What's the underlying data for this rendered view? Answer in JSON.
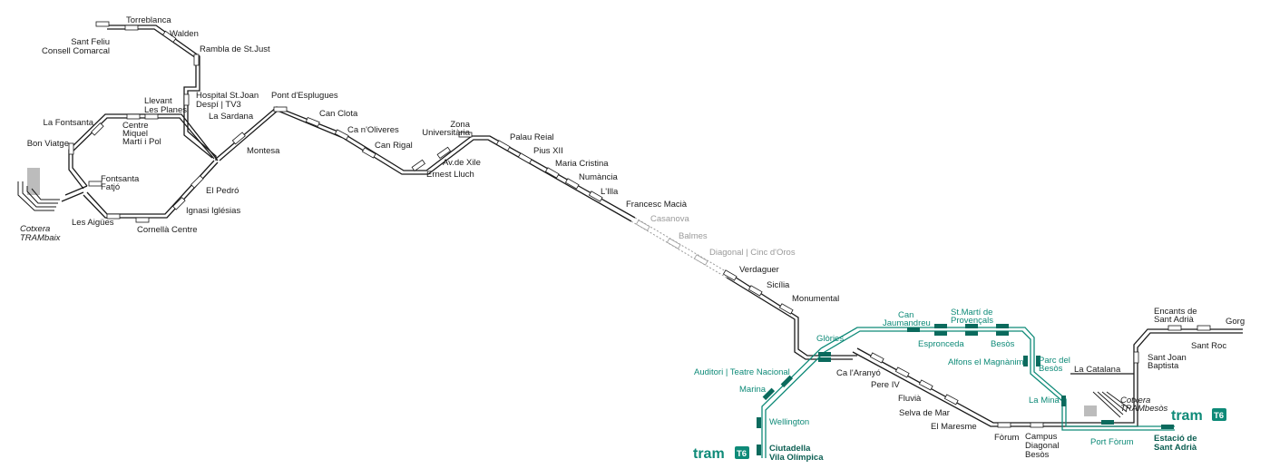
{
  "colors": {
    "black_line": "#1a1a1a",
    "green_line": "#0e8a78",
    "green_station": "#0b6a5d",
    "closed_section": "#9a9a9a",
    "depot_fill": "#bcbcbc"
  },
  "icons": [
    "tram-logo-icon",
    "depot-icon",
    "interchange-marker-icon"
  ],
  "brand": {
    "word": "tram",
    "tag": "T6"
  },
  "trambaix": {
    "stations": {
      "torreblanca": "Torreblanca",
      "sant_feliu": [
        "Sant Feliu",
        "Consell Comarcal"
      ],
      "walden": "Walden",
      "rambla_st_just": "Rambla de St.Just",
      "hospital": [
        "Hospital St.Joan",
        "Despí | TV3"
      ],
      "llevant": [
        "Llevant",
        "Les Planes"
      ],
      "la_fontsanta": "La Fontsanta",
      "centre_miquel": [
        "Centre",
        "Miquel",
        "Martí i Pol"
      ],
      "bon_viatge": "Bon Viatge",
      "fontsanta_fatjo": [
        "Fontsanta",
        "Fatjó"
      ],
      "les_aigues": "Les Aigües",
      "cornella_centre": "Cornellà Centre",
      "ignasi": "Ignasi Iglésias",
      "el_pedro": "El Pedró",
      "la_sardana": "La Sardana",
      "montesa": "Montesa",
      "pont_esplugues": "Pont d'Esplugues",
      "can_clota": "Can Clota",
      "ca_noliveres": "Ca n'Oliveres",
      "can_rigal": "Can Rigal",
      "ernest_lluch": "Ernest Lluch",
      "av_xile": "Av.de Xile",
      "zona_universitaria": [
        "Zona",
        "Universitària"
      ],
      "palau_reial": "Palau Reial",
      "pius_xii": "Pius XII",
      "maria_cristina": "Maria Cristina",
      "numancia": "Numància",
      "lilla": "L'Illa",
      "francesc_macia": "Francesc Macià"
    },
    "depot": [
      "Cotxera",
      "TRAMbaix"
    ]
  },
  "closed_section": {
    "stations": {
      "casanova": "Casanova",
      "balmes": "Balmes",
      "diagonal": "Diagonal | Cinc d'Oros"
    }
  },
  "trambesos": {
    "stations": {
      "verdaguer": "Verdaguer",
      "sicilia": "Sicília",
      "monumental": "Monumental",
      "glories": "Glòries",
      "ca_laranyo": "Ca l'Aranyó",
      "pere_iv": "Pere IV",
      "fluvia": "Fluvià",
      "selva_de_mar": "Selva de Mar",
      "el_maresme": "El Maresme",
      "forum": "Fòrum",
      "campus": [
        "Campus",
        "Diagonal",
        "Besòs"
      ],
      "la_catalana": "La Catalana",
      "sant_joan_baptista": [
        "Sant Joan",
        "Baptista"
      ],
      "encants": [
        "Encants de",
        "Sant Adrià"
      ],
      "sant_roc": "Sant Roc",
      "gorg": "Gorg",
      "can_jaumandreu": [
        "Can",
        "Jaumandreu"
      ],
      "espronceda": "Espronceda",
      "st_marti": [
        "St.Martí de",
        "Provençals"
      ],
      "besos": "Besòs",
      "alfons": "Alfons el Magnànim",
      "parc_besos": [
        "Parc del",
        "Besòs"
      ],
      "la_mina": "La Mina",
      "auditori": "Auditori | Teatre Nacional",
      "marina": "Marina",
      "wellington": "Wellington",
      "port_forum": "Port Fòrum"
    },
    "depot": [
      "Cotxera",
      "TRAMbesòs"
    ],
    "terminus_ciutadella": [
      "Ciutadella",
      "Vila Olímpica"
    ],
    "terminus_sant_adria": [
      "Estació de",
      "Sant Adrià"
    ]
  }
}
